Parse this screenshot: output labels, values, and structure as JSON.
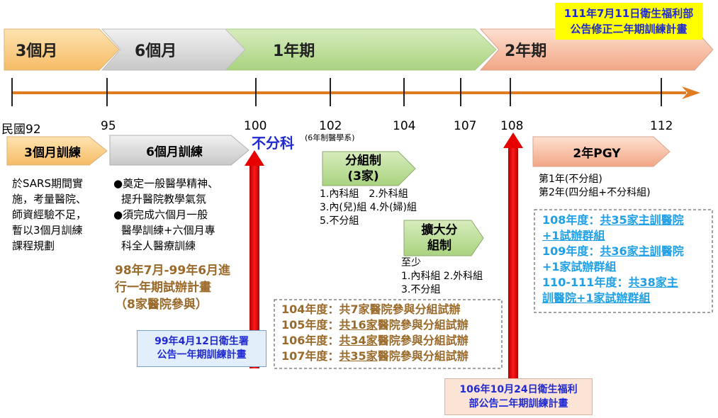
{
  "top_notice": {
    "line1": "111年7月11日衛生福利部",
    "line2": "公告修正二年期訓練計畫"
  },
  "phases": {
    "p1": "3個月",
    "p2": "6個月",
    "p3": "1年期",
    "p4": "2年期"
  },
  "timeline": {
    "t92": "民國92",
    "t95": "95",
    "t100": "100",
    "t102": "102",
    "t104": "104",
    "t107": "107",
    "t108": "108",
    "t112": "112"
  },
  "labels": {
    "nodivision": "不分科",
    "nodivision_note": "(6年制醫學系)",
    "sub_3month": "3個月訓練",
    "sub_6month": "6個月訓練",
    "sub_2pgy": "2年PGY",
    "group_a_line1": "分組制",
    "group_a_line2": "(3家)",
    "group_b_line1": "擴大分",
    "group_b_line2": "組制"
  },
  "desc_3month": [
    "於SARS期間實",
    "施，考量醫院、",
    "師資經驗不足，",
    "暫以3個月訓練",
    "課程規劃"
  ],
  "desc_6month": {
    "b1_l1": "●奠定一般醫學精神、",
    "b1_l2": "提升醫院教學氣氛",
    "b2_l1": "●須完成六個月一般",
    "b2_l2": "醫學訓練+六個月專",
    "b2_l3": "科全人醫療訓練"
  },
  "trial_plan": {
    "l1": "98年7月-99年6月進",
    "l2": "行一年期試辦計畫",
    "l3": "（8家醫院參與）"
  },
  "notice_99": {
    "line1": "99年4月12日衛生署",
    "line2": "公告一年期訓練計畫"
  },
  "group_a_list": {
    "l1": "1.內科組　2.外科組",
    "l2": "3.內(兒)組 4.外(婦)組",
    "l3": "5.不分組"
  },
  "group_b_list": {
    "l1": "至少",
    "l2": "1.內科組 2.外科組",
    "l3": "3.不分組"
  },
  "trial_years": {
    "r1a": "104年度：",
    "r1b": "共7家醫院參與分組試辦",
    "r2a": "105年度：",
    "r2b": "共16家",
    "r2c": "醫院參與分組試辦",
    "r3a": "106年度：",
    "r3b": "共34家",
    "r3c": "醫院參與分組試辦",
    "r4a": "107年度：",
    "r4b": "共35家",
    "r4c": "醫院參與分組試辦"
  },
  "pgy_desc": {
    "l1": "第1年(不分組)",
    "l2": "第2年(四分組+不分科組)"
  },
  "pgy_years": {
    "a1": "108年度：",
    "a2": "共35家主訓醫院",
    "a3": "+1試辦群組",
    "b1": "109年度：",
    "b2": "共36家主訓",
    "b3": "醫院",
    "b4": "+1家試辦群組",
    "c1": "110-111年度：",
    "c2": "共38家主",
    "c3": "訓醫院+1家試辦群組"
  },
  "notice_106": {
    "line1": "106年10月24日衛生福利",
    "line2": "部公告二年期訓練計畫"
  },
  "colors": {
    "orange_arrow": "#e07b22",
    "red_arrow": "#e60000",
    "blue_text": "#1f2ad0",
    "cyan_text": "#1fa0e6",
    "brown_text": "#9a6a2a"
  }
}
